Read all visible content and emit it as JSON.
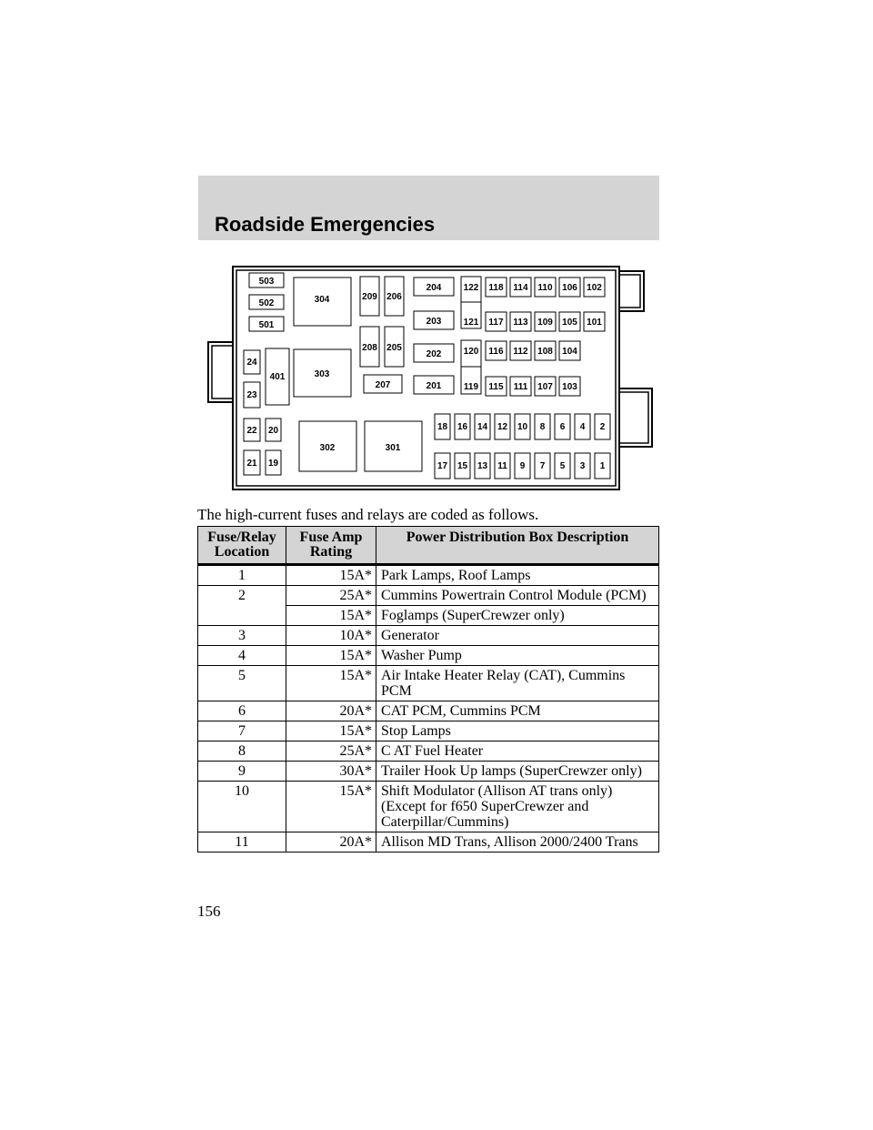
{
  "header": {
    "title": "Roadside Emergencies"
  },
  "diagram": {
    "fuses": [
      {
        "id": "f503",
        "label": "503"
      },
      {
        "id": "f502",
        "label": "502"
      },
      {
        "id": "f501",
        "label": "501"
      },
      {
        "id": "f304",
        "label": "304"
      },
      {
        "id": "f303",
        "label": "303"
      },
      {
        "id": "f302",
        "label": "302"
      },
      {
        "id": "f301",
        "label": "301"
      },
      {
        "id": "f401",
        "label": "401"
      },
      {
        "id": "f24",
        "label": "24"
      },
      {
        "id": "f23",
        "label": "23"
      },
      {
        "id": "f22",
        "label": "22"
      },
      {
        "id": "f21",
        "label": "21"
      },
      {
        "id": "f20",
        "label": "20"
      },
      {
        "id": "f19",
        "label": "19"
      },
      {
        "id": "f209",
        "label": "209"
      },
      {
        "id": "f206",
        "label": "206"
      },
      {
        "id": "f208",
        "label": "208"
      },
      {
        "id": "f205",
        "label": "205"
      },
      {
        "id": "f207",
        "label": "207"
      },
      {
        "id": "f204",
        "label": "204"
      },
      {
        "id": "f203",
        "label": "203"
      },
      {
        "id": "f202",
        "label": "202"
      },
      {
        "id": "f201",
        "label": "201"
      },
      {
        "id": "f122",
        "label": "122"
      },
      {
        "id": "f121",
        "label": "121"
      },
      {
        "id": "f120",
        "label": "120"
      },
      {
        "id": "f119",
        "label": "119"
      },
      {
        "id": "f118",
        "label": "118"
      },
      {
        "id": "f117",
        "label": "117"
      },
      {
        "id": "f116",
        "label": "116"
      },
      {
        "id": "f115",
        "label": "115"
      },
      {
        "id": "f114",
        "label": "114"
      },
      {
        "id": "f113",
        "label": "113"
      },
      {
        "id": "f112",
        "label": "112"
      },
      {
        "id": "f111",
        "label": "111"
      },
      {
        "id": "f110",
        "label": "110"
      },
      {
        "id": "f109",
        "label": "109"
      },
      {
        "id": "f108",
        "label": "108"
      },
      {
        "id": "f107",
        "label": "107"
      },
      {
        "id": "f106",
        "label": "106"
      },
      {
        "id": "f105",
        "label": "105"
      },
      {
        "id": "f104",
        "label": "104"
      },
      {
        "id": "f103",
        "label": "103"
      },
      {
        "id": "f102",
        "label": "102"
      },
      {
        "id": "f101",
        "label": "101"
      },
      {
        "id": "f18",
        "label": "18"
      },
      {
        "id": "f16",
        "label": "16"
      },
      {
        "id": "f14",
        "label": "14"
      },
      {
        "id": "f12",
        "label": "12"
      },
      {
        "id": "f10",
        "label": "10"
      },
      {
        "id": "f8",
        "label": "8"
      },
      {
        "id": "f6",
        "label": "6"
      },
      {
        "id": "f4",
        "label": "4"
      },
      {
        "id": "f2",
        "label": "2"
      },
      {
        "id": "f17",
        "label": "17"
      },
      {
        "id": "f15",
        "label": "15"
      },
      {
        "id": "f13",
        "label": "13"
      },
      {
        "id": "f11",
        "label": "11"
      },
      {
        "id": "f9",
        "label": "9"
      },
      {
        "id": "f7",
        "label": "7"
      },
      {
        "id": "f5",
        "label": "5"
      },
      {
        "id": "f3",
        "label": "3"
      },
      {
        "id": "f1",
        "label": "1"
      }
    ]
  },
  "intro": "The high-current fuses and relays are coded as follows.",
  "table": {
    "headers": [
      "Fuse/Relay Location",
      "Fuse Amp Rating",
      "Power Distribution Box Description"
    ],
    "rows": [
      {
        "location": "1",
        "rating": "15A*",
        "description": "Park Lamps, Roof Lamps"
      },
      {
        "location": "2",
        "rating": "25A*",
        "description": "Cummins Powertrain Control Module (PCM)"
      },
      {
        "location": "",
        "rating": "15A*",
        "description": "Foglamps (SuperCrewzer only)"
      },
      {
        "location": "3",
        "rating": "10A*",
        "description": "Generator"
      },
      {
        "location": "4",
        "rating": "15A*",
        "description": "Washer Pump"
      },
      {
        "location": "5",
        "rating": "15A*",
        "description": "Air Intake Heater Relay (CAT), Cummins PCM"
      },
      {
        "location": "6",
        "rating": "20A*",
        "description": "CAT PCM, Cummins PCM"
      },
      {
        "location": "7",
        "rating": "15A*",
        "description": "Stop Lamps"
      },
      {
        "location": "8",
        "rating": "25A*",
        "description": "C AT Fuel Heater"
      },
      {
        "location": "9",
        "rating": "30A*",
        "description": "Trailer Hook Up lamps (SuperCrewzer only)"
      },
      {
        "location": "10",
        "rating": "15A*",
        "description": "Shift Modulator (Allison AT trans only) (Except for f650 SuperCrewzer and Caterpillar/Cummins)"
      },
      {
        "location": "11",
        "rating": "20A*",
        "description": "Allison MD Trans, Allison 2000/2400 Trans"
      }
    ]
  },
  "page_number": "156"
}
